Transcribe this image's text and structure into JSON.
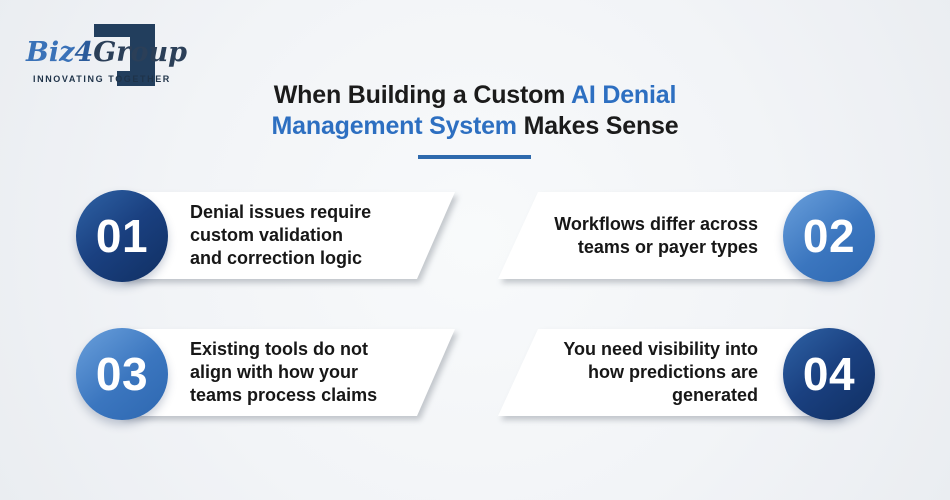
{
  "logo": {
    "brand_prefix": "Biz",
    "brand_numeral": "4",
    "brand_suffix": "Group",
    "tagline": "INNOVATING TOGETHER"
  },
  "title": {
    "part1": "When Building a Custom",
    "part2": "AI Denial",
    "part3": "Management System",
    "part4": "Makes Sense"
  },
  "items": [
    {
      "number": "01",
      "text": "Denial issues require\ncustom validation\nand correction logic",
      "side": "left",
      "circle_style": "dark"
    },
    {
      "number": "02",
      "text": "Workflows differ across\nteams or payer types",
      "side": "right",
      "circle_style": "light"
    },
    {
      "number": "03",
      "text": "Existing tools do not\nalign with how your\nteams process claims",
      "side": "left",
      "circle_style": "light"
    },
    {
      "number": "04",
      "text": "You need visibility into\nhow predictions are\ngenerated",
      "side": "right",
      "circle_style": "dark"
    }
  ],
  "colors": {
    "background": "#f2f4f7",
    "accent_blue": "#2d6fc1",
    "underline_blue": "#2e6aad",
    "circle_dark_start": "#2f63a6",
    "circle_dark_end": "#102f62",
    "circle_light_start": "#6aa0dc",
    "circle_light_end": "#2d67b0",
    "logo_navy": "#223e5d",
    "logo_blue": "#3a72b8",
    "banner_background": "#ffffff",
    "body_text": "#171717"
  }
}
